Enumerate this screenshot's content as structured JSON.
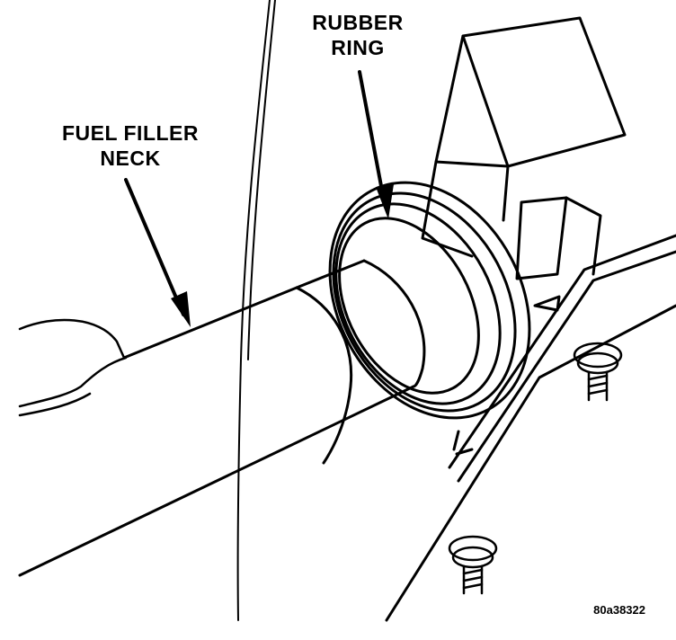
{
  "labels": {
    "rubber_ring": [
      "RUBBER",
      "RING"
    ],
    "fuel_filler_neck": [
      "FUEL FILLER",
      "NECK"
    ]
  },
  "figure_id": "80a38322",
  "colors": {
    "ink": "#000000",
    "paper": "#ffffff"
  }
}
